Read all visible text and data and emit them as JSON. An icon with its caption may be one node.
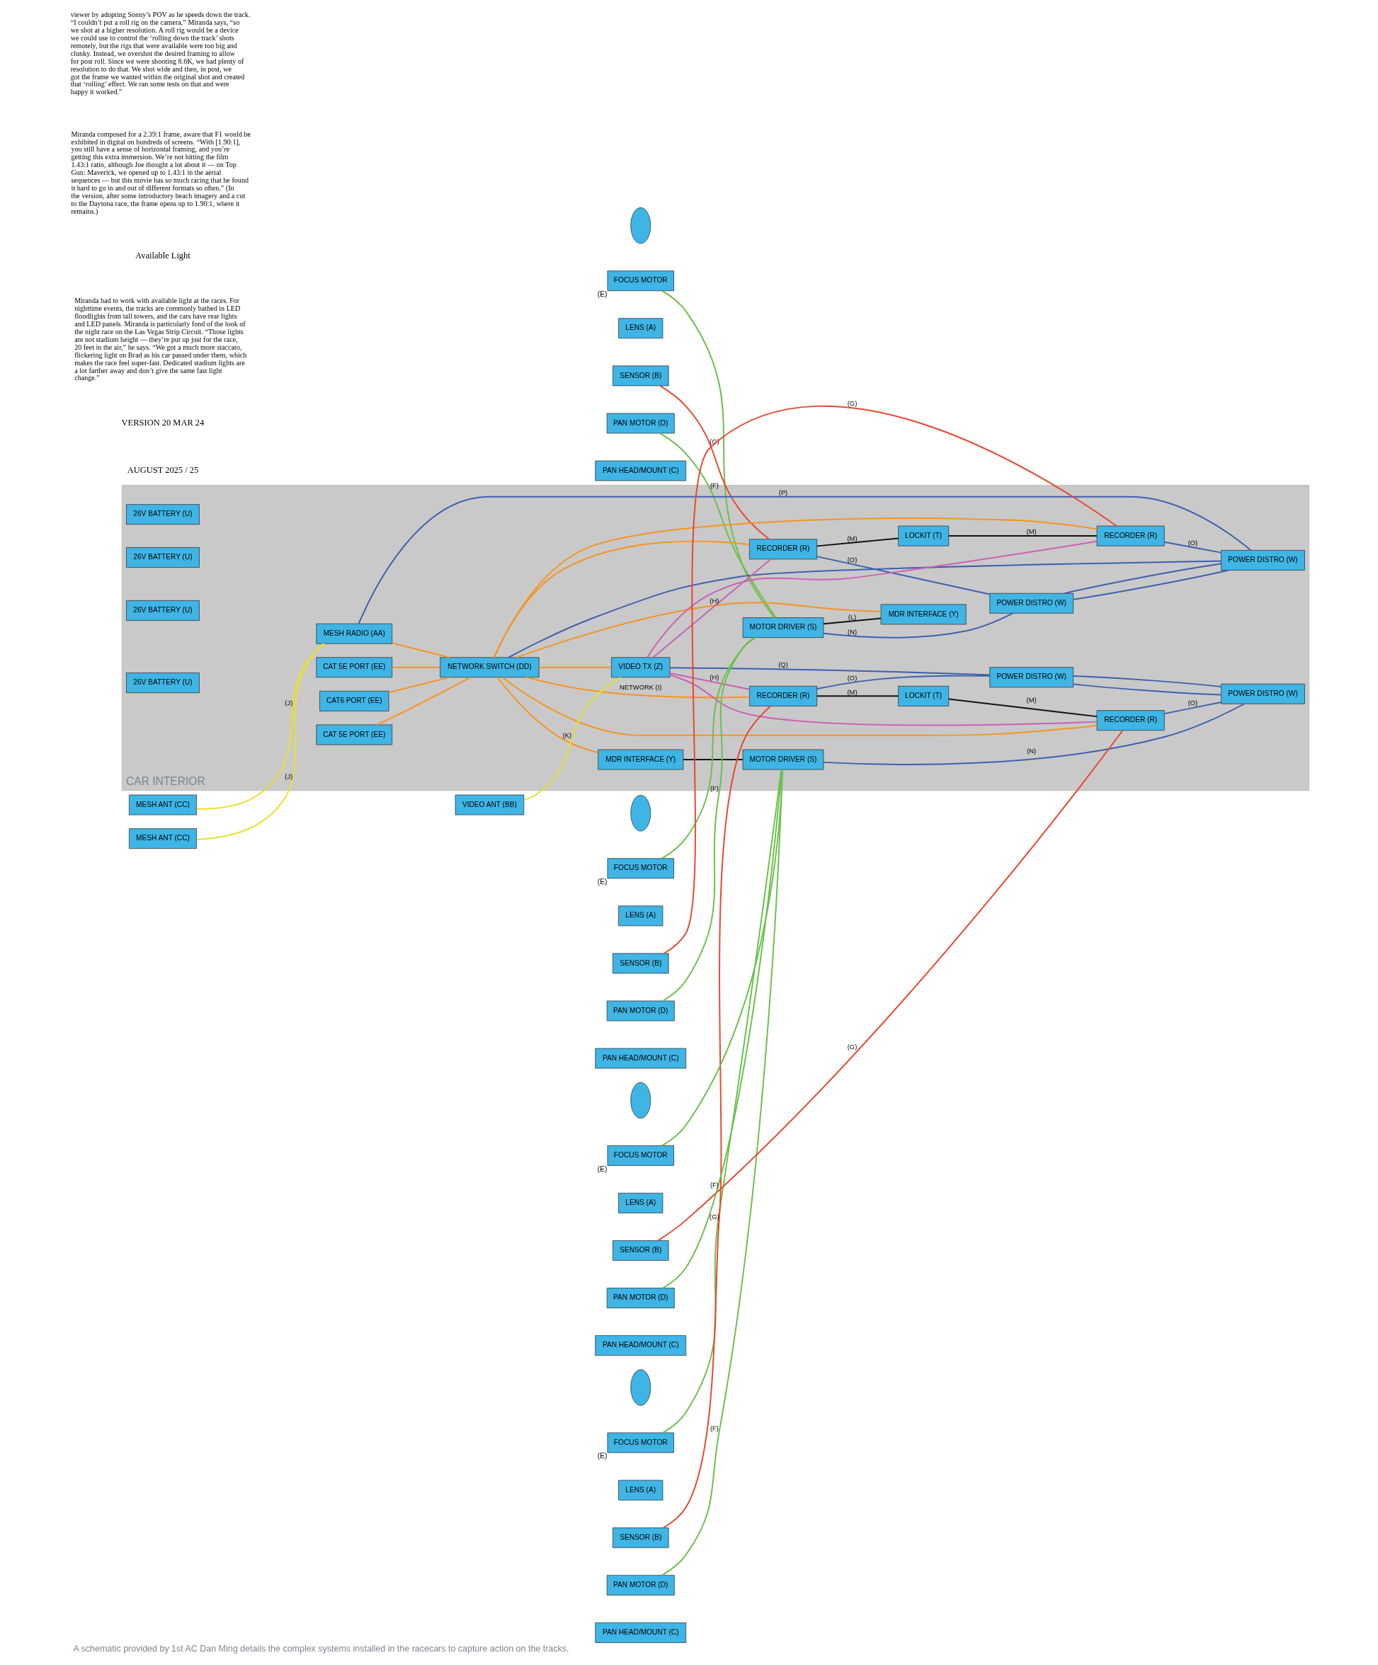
{
  "diagram": {
    "caption": "A schematic provided by 1st AC Dan Ming details the complex systems installed in the racecars to capture action on the tracks.",
    "nodes": [
      {
        "text": [],
        "shape": "ellipse"
      },
      {
        "text": [
          "FOCUS MOTOR"
        ],
        "beside": [
          "(E)"
        ]
      },
      {
        "text": [
          "LENS (A)"
        ]
      },
      {
        "text": [
          "SENSOR (B)"
        ]
      },
      {
        "text": [
          "PAN MOTOR (D)"
        ]
      },
      {
        "text": [
          "PAN HEAD/MOUNT (C)"
        ]
      },
      {
        "text": [
          "CAR INTERIOR"
        ]
      },
      {
        "text": [
          "RECORDER (R)"
        ],
        "in": 6
      },
      {
        "text": [
          "POWER DISTRO (W)"
        ],
        "in": 6
      },
      {
        "text": [
          "26V BATTERY (U)"
        ],
        "in": 6
      },
      {
        "text": [
          "LOCKIT (T)"
        ],
        "in": 6
      },
      {
        "text": [
          "MOTOR DRIVER (S)"
        ],
        "in": 6
      },
      {
        "text": [
          "MDR INTERFACE (Y)"
        ],
        "in": 6
      },
      {
        "text": [
          "POWER DISTRO (W)"
        ],
        "in": 6
      },
      {
        "text": [
          "26V BATTERY (U)"
        ],
        "in": 6
      },
      {
        "text": [
          "RECORDER (R)"
        ],
        "in": 6
      },
      {
        "text": [],
        "shape": "ellipse"
      },
      {
        "text": [
          "FOCUS MOTOR"
        ],
        "beside": [
          "(E)"
        ]
      },
      {
        "text": [
          "LENS (A)"
        ]
      },
      {
        "text": [
          "SENSOR (B)"
        ]
      },
      {
        "text": [
          "PAN MOTOR (D)"
        ]
      },
      {
        "text": [
          "PAN HEAD/MOUNT (C)"
        ]
      },
      {
        "text": [
          "CAT 5E PORT (EE)"
        ],
        "in": 6
      },
      {
        "text": [
          "MESH ANT (CC)"
        ]
      },
      {
        "text": [
          "MESH RADIO (AA)"
        ],
        "in": 6
      },
      {
        "text": [
          "MESH ANT (CC)"
        ]
      },
      {
        "text": [
          "CAT6 PORT (EE)"
        ],
        "in": 6
      },
      {
        "text": [
          "NETWORK SWITCH (DD)"
        ],
        "in": 6
      },
      {
        "text": [
          "VIDEO ANT (BB)"
        ]
      },
      {
        "text": [
          "VIDEO TX (Z)"
        ],
        "in": 6
      },
      {
        "text": [],
        "shape": "ellipse"
      },
      {
        "text": [
          "FOCUS MOTOR"
        ],
        "beside": [
          "(E)"
        ]
      },
      {
        "text": [
          "LENS (A)"
        ]
      },
      {
        "text": [
          "SENSOR (B)"
        ]
      },
      {
        "text": [
          "PAN MOTOR (D)"
        ]
      },
      {
        "text": [
          "PAN HEAD/MOUNT (C)"
        ]
      },
      {
        "text": [
          "CAT 5E PORT (EE)"
        ],
        "in": 6
      },
      {
        "text": [
          "RECORDER (R)"
        ],
        "in": 6
      },
      {
        "text": [
          "POWER DISTRO (W)"
        ],
        "in": 6
      },
      {
        "text": [
          "26V BATTERY (U)"
        ],
        "in": 6
      },
      {
        "text": [
          "MDR INTERFACE (Y)"
        ],
        "in": 6
      },
      {
        "text": [
          "LOCKIT (T)"
        ],
        "in": 6
      },
      {
        "text": [
          "MOTOR DRIVER (S)"
        ],
        "in": 6
      },
      {
        "text": [
          "POWER DISTRO (W)"
        ],
        "in": 6
      },
      {
        "text": [
          "26V BATTERY (U)"
        ],
        "in": 6
      },
      {
        "text": [
          "RECORDER (R)"
        ],
        "in": 6
      },
      {
        "text": [],
        "shape": "ellipse"
      },
      {
        "text": [
          "FOCUS MOTOR"
        ],
        "beside": [
          "(E)"
        ]
      },
      {
        "text": [
          "LENS (A)"
        ]
      },
      {
        "text": [
          "SENSOR (B)"
        ]
      },
      {
        "text": [
          "PAN MOTOR (D)"
        ]
      },
      {
        "text": [
          "PAN HEAD/MOUNT (C)"
        ]
      }
    ],
    "edges": [
      {
        "from": 3,
        "to": 7,
        "arrow": "none",
        "label": "(G)",
        "color": "#e8452c"
      },
      {
        "from": 1,
        "to": 11,
        "arrow": "none",
        "color": "#6abf4b"
      },
      {
        "from": 4,
        "to": 11,
        "arrow": "none",
        "label": "(F)",
        "color": "#6abf4b"
      },
      {
        "from": 19,
        "to": 15,
        "arrow": "none",
        "label": "(G)",
        "color": "#e8452c"
      },
      {
        "from": 17,
        "to": 11,
        "arrow": "none",
        "color": "#6abf4b"
      },
      {
        "from": 20,
        "to": 11,
        "arrow": "none",
        "label": "(F)",
        "color": "#6abf4b"
      },
      {
        "from": 33,
        "to": 37,
        "arrow": "none",
        "label": "(G)",
        "color": "#e8452c"
      },
      {
        "from": 31,
        "to": 42,
        "arrow": "none",
        "color": "#6abf4b"
      },
      {
        "from": 34,
        "to": 42,
        "arrow": "none",
        "label": "(F)",
        "color": "#6abf4b"
      },
      {
        "from": 49,
        "to": 45,
        "arrow": "none",
        "label": "(G)",
        "color": "#e8452c"
      },
      {
        "from": 47,
        "to": 42,
        "arrow": "none",
        "color": "#6abf4b"
      },
      {
        "from": 50,
        "to": 42,
        "arrow": "none",
        "label": "(F)",
        "color": "#6abf4b"
      },
      {
        "from": 7,
        "to": 10,
        "arrow": "none",
        "label": "(M)",
        "color": "#111111"
      },
      {
        "from": 10,
        "to": 15,
        "arrow": "none",
        "label": "(M)",
        "color": "#111111"
      },
      {
        "from": 11,
        "to": 12,
        "arrow": "none",
        "label": "(L)",
        "color": "#111111"
      },
      {
        "from": 37,
        "to": 41,
        "arrow": "none",
        "label": "(M)",
        "color": "#111111"
      },
      {
        "from": 41,
        "to": 45,
        "arrow": "none",
        "label": "(M)",
        "color": "#111111"
      },
      {
        "from": 40,
        "to": 42,
        "arrow": "none",
        "color": "#111111"
      },
      {
        "from": 7,
        "to": 8,
        "arrow": "none",
        "label": "(O)",
        "color": "#3f5fae"
      },
      {
        "from": 11,
        "to": 8,
        "arrow": "none",
        "label": "(N)",
        "color": "#3f5fae"
      },
      {
        "from": 15,
        "to": 13,
        "arrow": "none",
        "label": "(O)",
        "color": "#3f5fae"
      },
      {
        "from": 24,
        "to": 13,
        "arrow": "none",
        "label": "(P)",
        "color": "#3f5fae"
      },
      {
        "from": 27,
        "to": 13,
        "arrow": "none",
        "color": "#3f5fae"
      },
      {
        "from": 29,
        "to": 38,
        "arrow": "none",
        "label": "(Q)",
        "color": "#3f5fae"
      },
      {
        "from": 37,
        "to": 38,
        "arrow": "none",
        "label": "(O)",
        "color": "#3f5fae"
      },
      {
        "from": 42,
        "to": 43,
        "arrow": "none",
        "label": "(N)",
        "color": "#3f5fae"
      },
      {
        "from": 45,
        "to": 43,
        "arrow": "none",
        "label": "(O)",
        "color": "#3f5fae"
      },
      {
        "from": 8,
        "to": 13,
        "arrow": "none",
        "color": "#3f5fae"
      },
      {
        "from": 8,
        "to": 13,
        "arrow": "none",
        "color": "#3f5fae"
      },
      {
        "from": 38,
        "to": 43,
        "arrow": "none",
        "color": "#3f5fae"
      },
      {
        "from": 38,
        "to": 43,
        "arrow": "none",
        "color": "#3f5fae"
      },
      {
        "from": 23,
        "to": 24,
        "arrow": "none",
        "label": "(J)",
        "color": "#e8e22a"
      },
      {
        "from": 25,
        "to": 24,
        "arrow": "none",
        "label": "(J)",
        "color": "#e8e22a"
      },
      {
        "from": 28,
        "to": 29,
        "arrow": "none",
        "label": "(K)",
        "color": "#e8e22a"
      },
      {
        "from": 24,
        "to": 27,
        "arrow": "none",
        "color": "#f7941d"
      },
      {
        "from": 26,
        "to": 27,
        "arrow": "none",
        "color": "#f7941d"
      },
      {
        "from": 27,
        "to": 29,
        "arrow": "none",
        "color": "#f7941d"
      },
      {
        "from": 22,
        "to": 27,
        "arrow": "none",
        "color": "#f7941d"
      },
      {
        "from": 36,
        "to": 27,
        "arrow": "none",
        "color": "#f7941d"
      },
      {
        "from": 27,
        "to": 7,
        "arrow": "none",
        "color": "#f7941d"
      },
      {
        "from": 27,
        "to": 12,
        "arrow": "none",
        "color": "#f7941d"
      },
      {
        "from": 27,
        "to": 15,
        "arrow": "none",
        "color": "#f7941d"
      },
      {
        "from": 27,
        "to": 37,
        "arrow": "none",
        "label": "NETWORK (I)",
        "color": "#f7941d"
      },
      {
        "from": 27,
        "to": 40,
        "arrow": "none",
        "color": "#f7941d"
      },
      {
        "from": 27,
        "to": 45,
        "arrow": "none",
        "color": "#f7941d"
      },
      {
        "from": 29,
        "to": 7,
        "arrow": "none",
        "label": "(H)",
        "color": "#cc5fb5"
      },
      {
        "from": 29,
        "to": 15,
        "arrow": "none",
        "color": "#cc5fb5"
      },
      {
        "from": 29,
        "to": 37,
        "arrow": "none",
        "label": "(H)",
        "color": "#cc5fb5"
      },
      {
        "from": 29,
        "to": 45,
        "arrow": "none",
        "color": "#cc5fb5"
      }
    ],
    "labels": [
      "viewer by adopting Sonny’s POV as he speeds down the track. “I couldn’t put a roll rig on the camera,” Miranda says, “so we shot at a higher resolution. A roll rig would be a device we could use to control the ‘rolling down the track’ shots remotely, but the rigs that were available were too big and clunky. Instead, we overshot the desired framing to allow for post roll. Since we were shooting 8.6K, we had plenty of resolution to do that. We shot wide and then, in post, we got the frame we wanted within the original shot and created that ‘rolling’ effect. We ran some tests on that and were happy it worked.”",
      "Miranda composed for a 2.39:1 frame, aware that F1 would be exhibited in digital on hundreds of screens. “With [1.90:1], you still have a sense of horizontal framing, and you’re getting this extra immersion. We’re not hitting the film 1.43:1 ratio, although Joe thought a lot about it — on Top Gun: Maverick, we opened up to 1.43:1 in the aerial sequences — but this movie has so much racing that he found it hard to go in and out of different formats so often.” (In the version, after some introductory beach imagery and a cut to the Daytona race, the frame opens up to 1.90:1, where it remains.)",
      "Available Light",
      "Miranda had to work with available light at the races. For nighttime events, the tracks are commonly bathed in LED floodlights from tall towers, and the cars have rear lights and LED panels. Miranda is particularly fond of the look of the night race on the Las Vegas Strip Circuit. “Those lights are not stadium height — they’re put up just for the race, 20 feet in the air,” he says. “We got a much more staccato, flickering light on Brad as his car passed under them, which makes the race feel super-fast. Dedicated stadium lights are a lot farther away and don’t give the same fast light change.”",
      "VERSION 20 MAR 24",
      "AUGUST 2025 / 25"
    ]
  }
}
